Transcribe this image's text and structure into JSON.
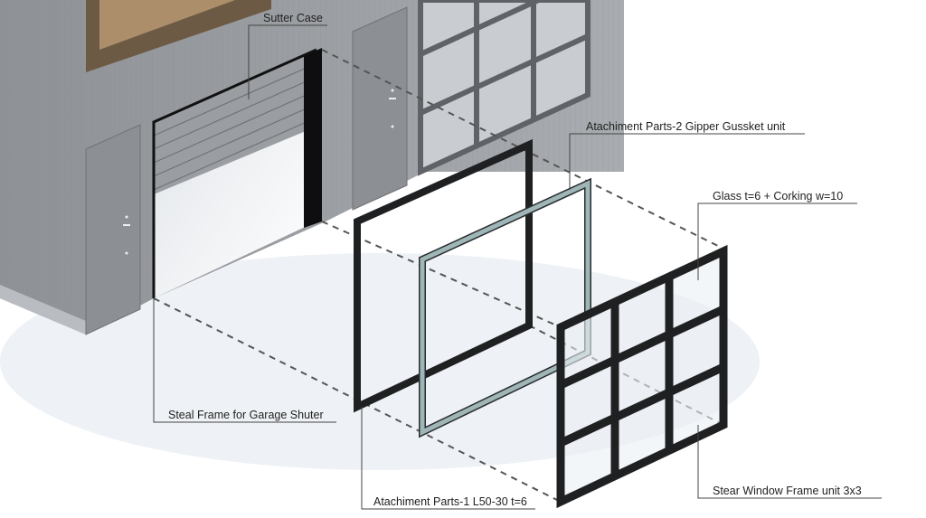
{
  "labels": {
    "shutter_case": "Sutter Case",
    "attachment_parts_2": "Atachiment Parts-2  Gipper Gussket unit",
    "glass": "Glass t=6 + Corking w=10",
    "steel_frame": "Steal Frame for Garage Shuter",
    "attachment_parts_1": "Atachiment Parts-1  L50-30 t=6",
    "window_frame": "Stear Window Frame unit 3x3"
  },
  "colors": {
    "facade": "#9c9fa3",
    "frame_dark": "#1f2022",
    "gusket": "#9fb6b8",
    "leader": "#444444"
  }
}
